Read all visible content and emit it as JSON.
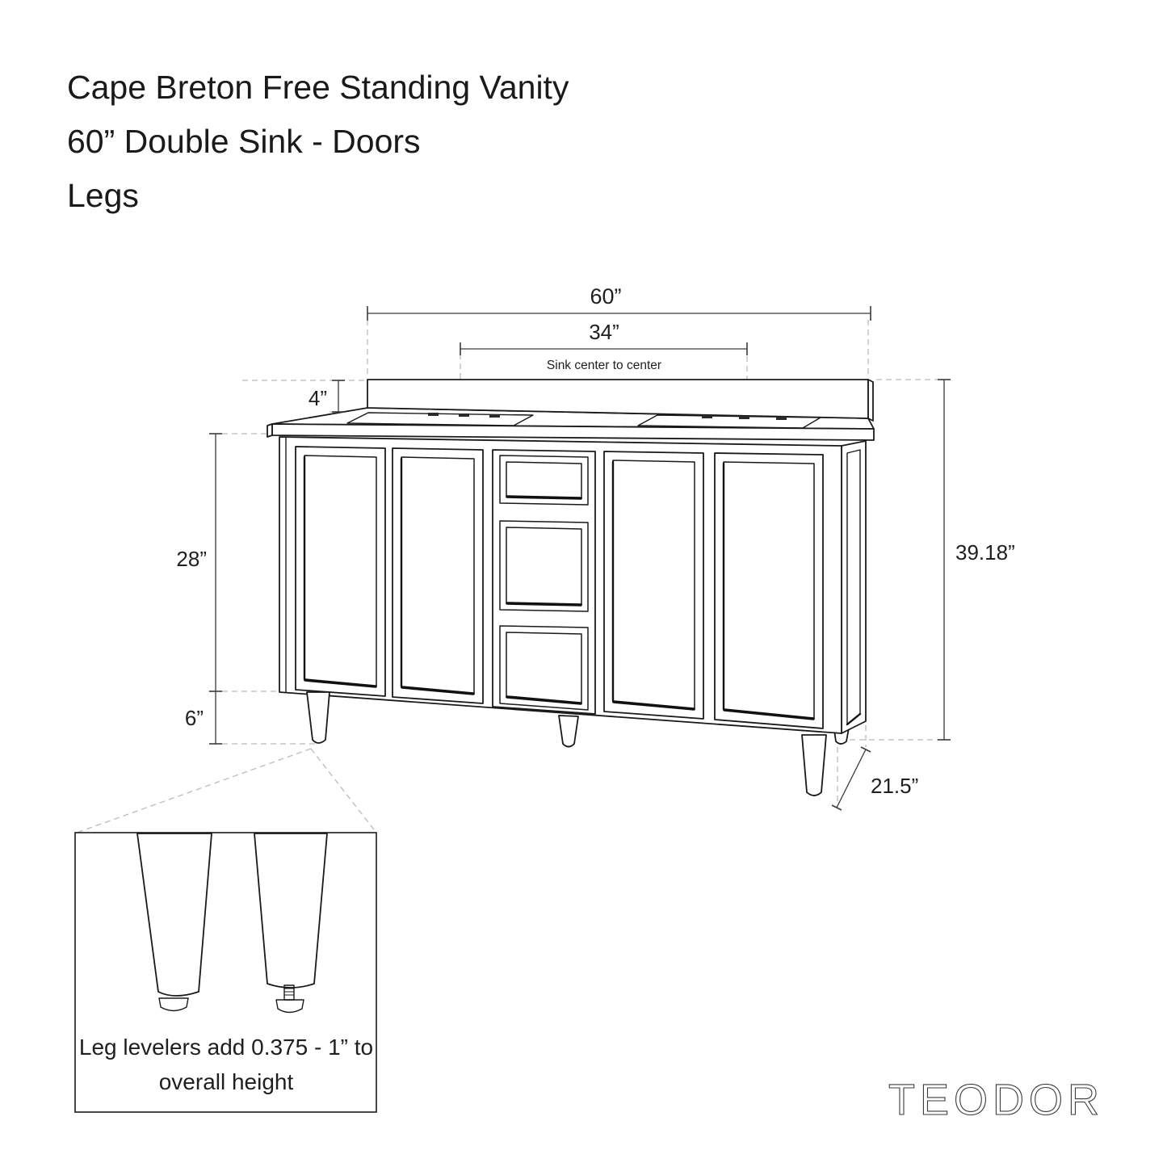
{
  "title": {
    "line1": "Cape Breton Free Standing Vanity",
    "line2": "60” Double Sink - Doors",
    "line3": "Legs"
  },
  "dimensions": {
    "overall_width": {
      "label": "60”"
    },
    "sink_center": {
      "label": "34”",
      "note": "Sink center to center"
    },
    "backsplash": {
      "label": "4”"
    },
    "cabinet_height": {
      "label": "28”"
    },
    "leg_height": {
      "label": "6”"
    },
    "overall_height": {
      "label": "39.18”"
    },
    "depth": {
      "label": "21.5”"
    }
  },
  "leg_detail": {
    "note_line1": "Leg levelers add 0.375 - 1” to",
    "note_line2": "overall height"
  },
  "brand": "TEODOR",
  "colors": {
    "line": "#1a1a1a",
    "dimension": "#3a3a3a",
    "dashed": "#bbbbbb",
    "background": "#ffffff",
    "brand": "#3b3b3b"
  }
}
